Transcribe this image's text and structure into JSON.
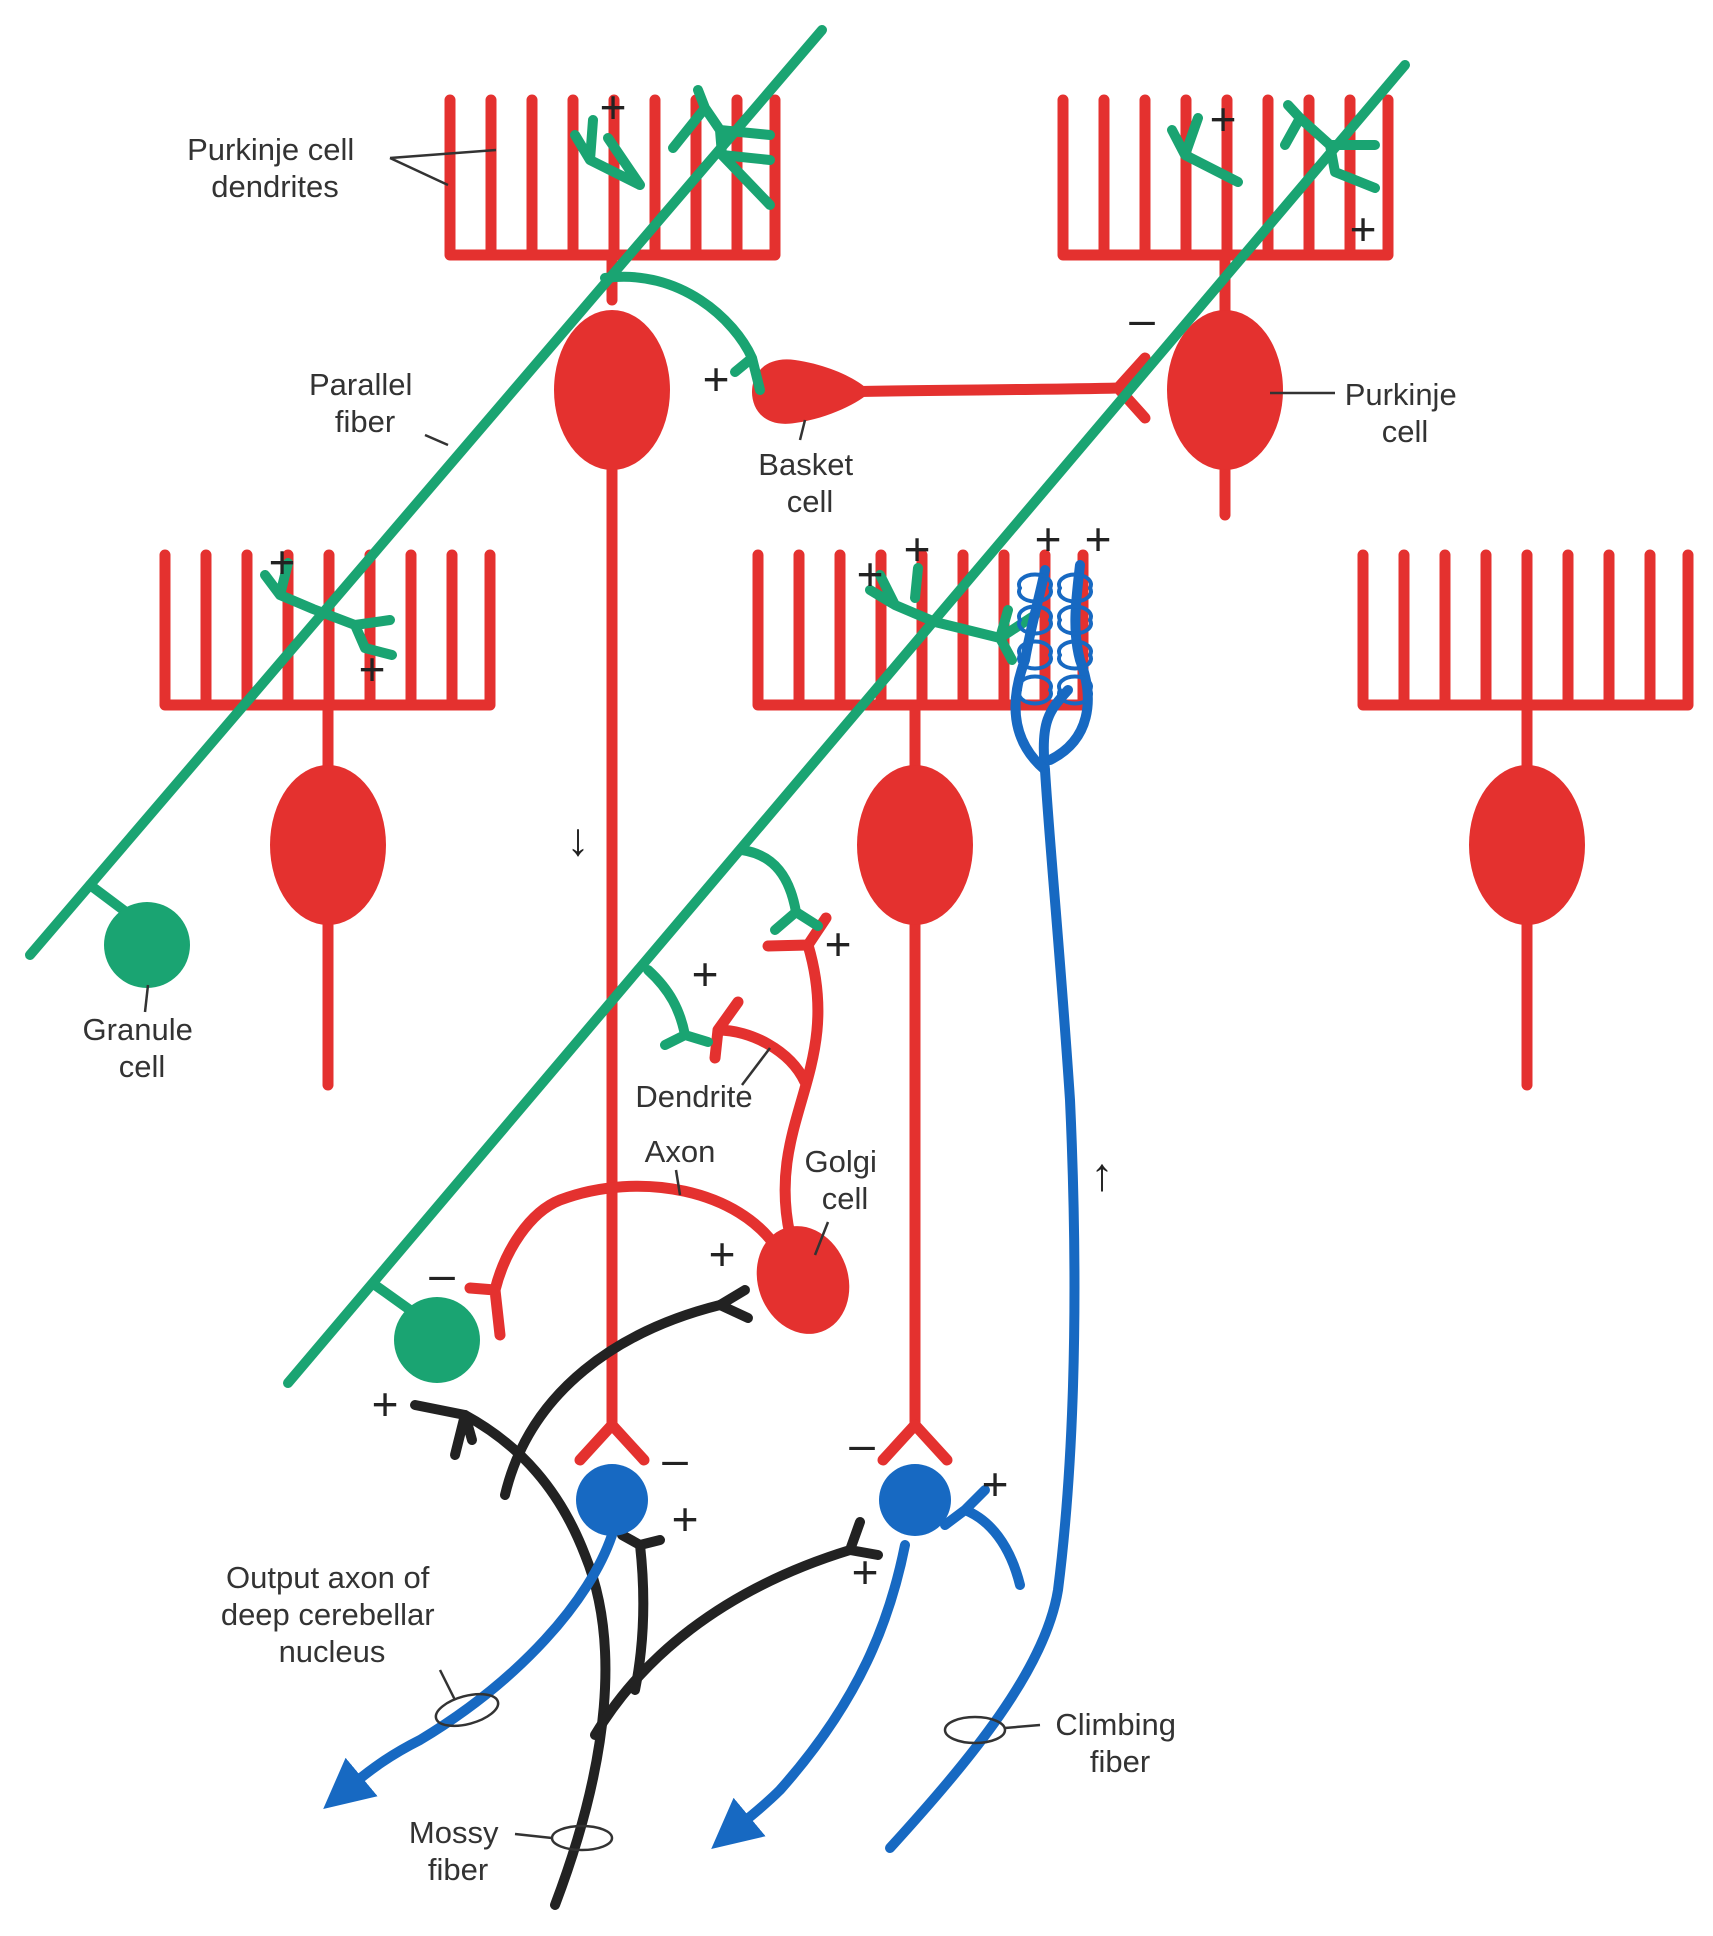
{
  "colors": {
    "purkinje": "#e4312f",
    "parallel_fiber": "#1aa472",
    "climbing_fiber": "#1769c2",
    "mossy_fiber": "#222222",
    "label_text": "#333333"
  },
  "labels": {
    "purkinje_dendrites": [
      "Purkinje cell",
      "dendrites"
    ],
    "parallel_fiber": [
      "Parallel",
      "fiber"
    ],
    "basket_cell": [
      "Basket",
      "cell"
    ],
    "purkinje_cell": [
      "Purkinje",
      "cell"
    ],
    "granule_cell": [
      "Granule",
      "cell"
    ],
    "dendrite": [
      "Dendrite"
    ],
    "axon": [
      "Axon"
    ],
    "golgi_cell": [
      "Golgi",
      "cell"
    ],
    "output_axon": [
      "Output axon of",
      "deep cerebellar",
      "nucleus"
    ],
    "climbing_fiber": [
      "Climbing",
      "fiber"
    ],
    "mossy_fiber": [
      "Mossy",
      "fiber"
    ]
  },
  "signs": {
    "plus": "+",
    "minus": "–"
  },
  "flow_arrows": {
    "purkinje_axon": "↓",
    "climbing_fiber": "↑"
  }
}
